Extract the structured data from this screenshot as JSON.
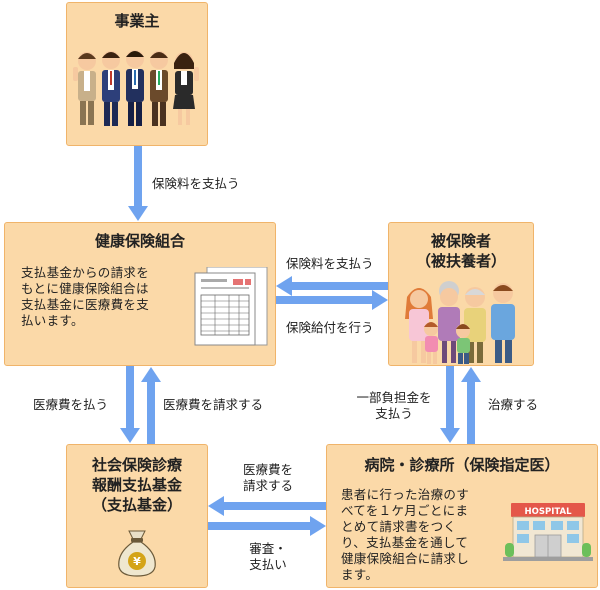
{
  "colors": {
    "box_fill": "#fbd9a8",
    "box_border": "#f0b46a",
    "arrow": "#6fa3ef"
  },
  "nodes": {
    "employer": {
      "title": "事業主",
      "icon": "business-people-icon"
    },
    "insurer": {
      "title": "健康保険組合",
      "body": [
        "支払基金からの請求を",
        "もとに健康保険組合は",
        "支払基金に医療費を支",
        "払います。"
      ],
      "icon": "document-form-icon"
    },
    "insured": {
      "title_line1": "被保険者",
      "title_line2": "（被扶養者）",
      "icon": "family-icon"
    },
    "fund": {
      "title_line1": "社会保険診療",
      "title_line2": "報酬支払基金",
      "title_line3": "（支払基金）",
      "icon": "yen-money-bag-icon"
    },
    "hospital": {
      "title": "病院・診療所（保険指定医）",
      "body": [
        "患者に行った治療のす",
        "べてを１ケ月ごとにま",
        "とめて請求書をつく",
        "り、支払基金を通して",
        "健康保険組合に請求し",
        "ます。"
      ],
      "icon": "hospital-building-icon",
      "sign": "HOSPITAL"
    }
  },
  "edges": {
    "employer_to_insurer": "保険料を支払う",
    "insured_to_insurer": "保険料を支払う",
    "insurer_to_insured": "保険給付を行う",
    "insurer_to_fund": "医療費を払う",
    "fund_to_insurer": "医療費を請求する",
    "insured_to_hospital_line1": "一部負担金を",
    "insured_to_hospital_line2": "支払う",
    "hospital_to_insured": "治療する",
    "hospital_to_fund_line1": "医療費を",
    "hospital_to_fund_line2": "請求する",
    "fund_to_hospital_line1": "審査・",
    "fund_to_hospital_line2": "支払い"
  }
}
